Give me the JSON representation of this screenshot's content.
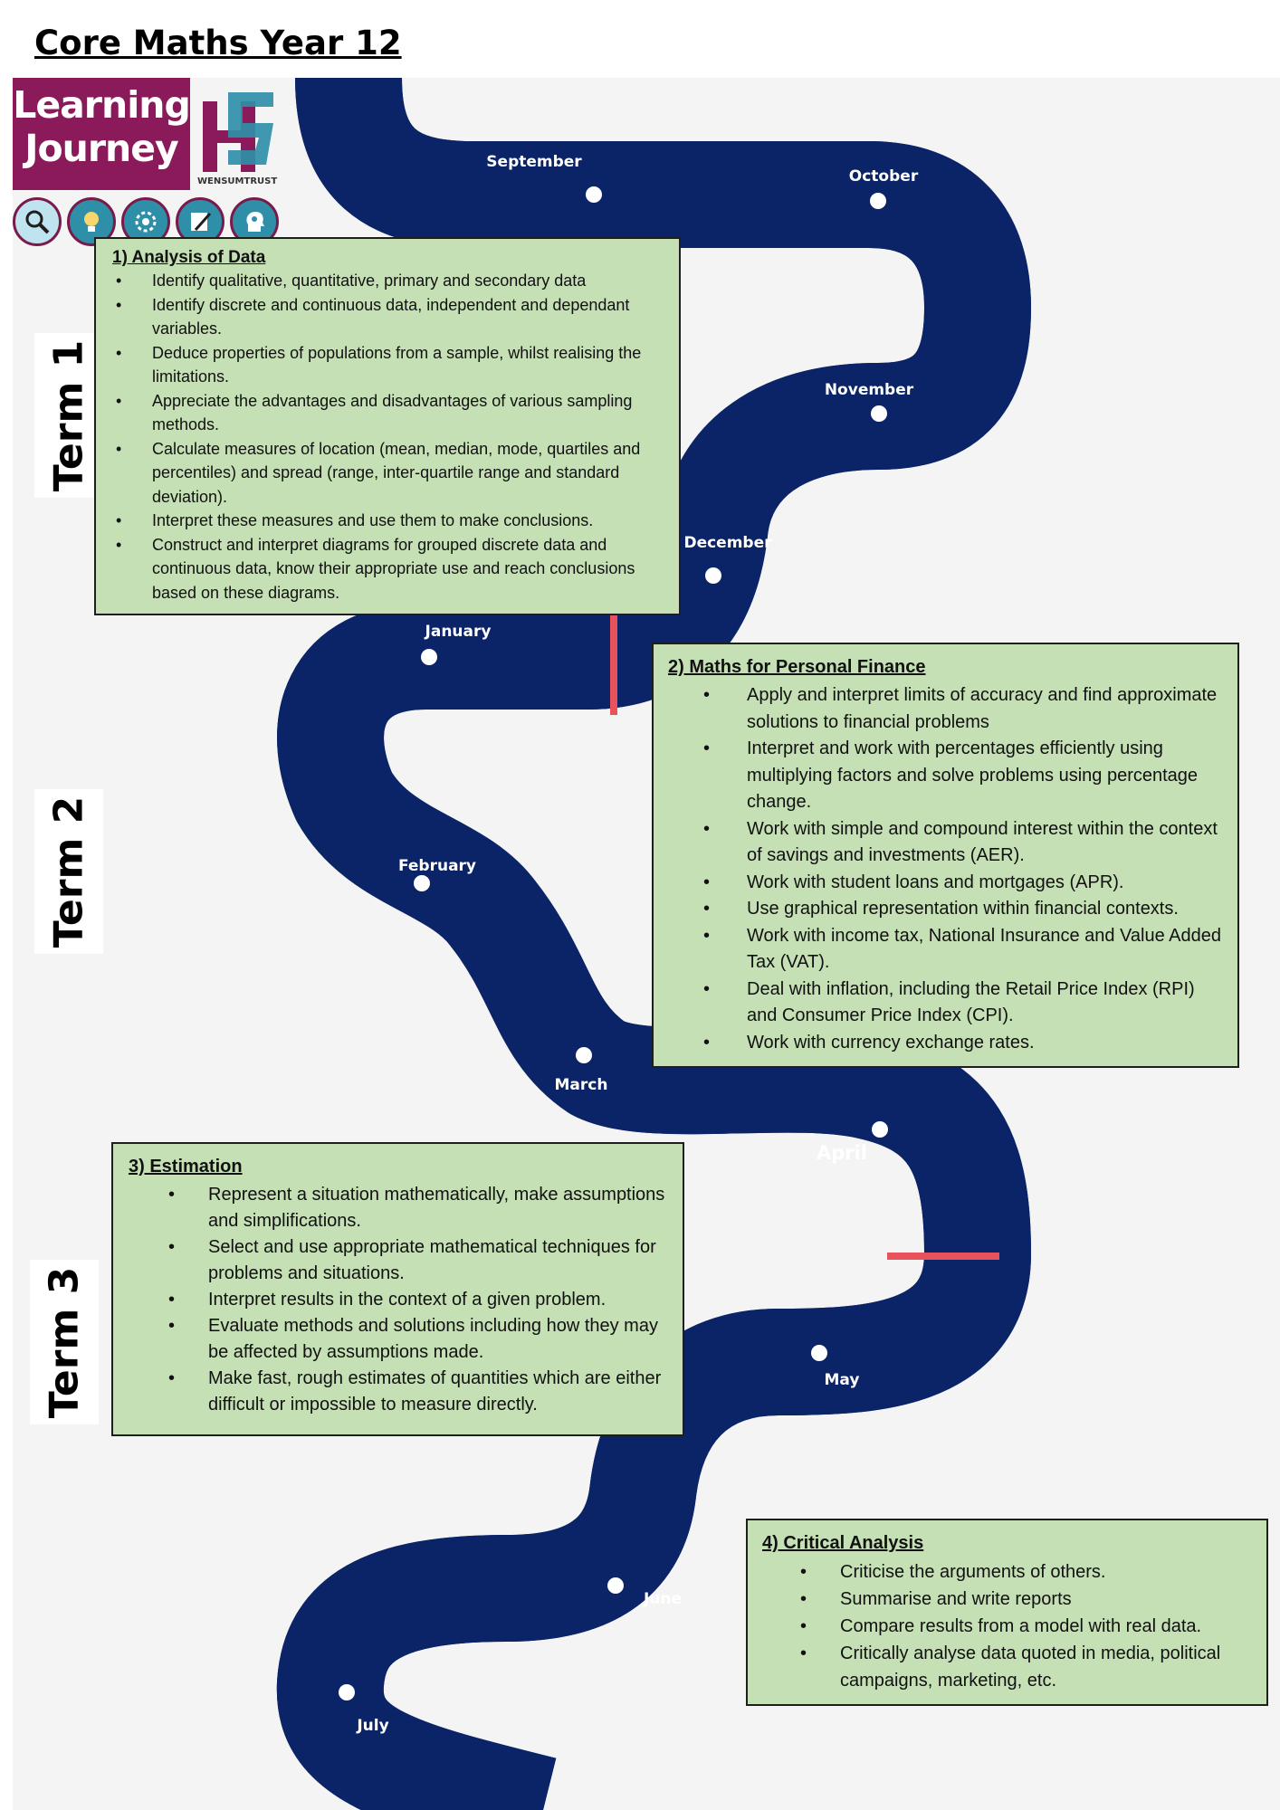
{
  "title": "Core Maths Year 12",
  "logo": {
    "line1": "Learning",
    "line2": "Journey",
    "trust_name": "WENSUMTRUST"
  },
  "terms": [
    "Term 1",
    "Term 2",
    "Term 3"
  ],
  "months": [
    "September",
    "October",
    "November",
    "December",
    "January",
    "February",
    "March",
    "April",
    "May",
    "June",
    "July"
  ],
  "units": [
    {
      "heading": "1) Analysis of Data",
      "points": [
        "Identify qualitative, quantitative, primary and secondary data",
        "Identify discrete and continuous data, independent and dependant variables.",
        "Deduce properties of populations from a sample, whilst realising the limitations.",
        "Appreciate the advantages and disadvantages of various sampling methods.",
        "Calculate measures of location (mean, median, mode, quartiles and percentiles) and spread (range, inter-quartile range and standard deviation).",
        "Interpret these measures and use them to make conclusions.",
        "Construct and interpret diagrams for grouped discrete data and continuous data, know their appropriate use and reach conclusions based on these diagrams."
      ]
    },
    {
      "heading": "2) Maths for Personal Finance",
      "points": [
        "Apply and interpret limits of accuracy and find approximate solutions to financial problems",
        "Interpret and work with percentages efficiently using multiplying factors and solve problems using percentage change.",
        "Work with simple and compound interest within the context of savings and investments (AER).",
        "Work with student loans and mortgages (APR).",
        "Use graphical representation within financial contexts.",
        "Work with income tax, National Insurance and Value Added Tax (VAT).",
        "Deal with inflation, including the Retail Price Index (RPI) and Consumer Price Index (CPI).",
        "Work with currency exchange rates."
      ]
    },
    {
      "heading": "3) Estimation",
      "points": [
        "Represent a situation mathematically, make assumptions and simplifications.",
        "Select and use appropriate mathematical techniques for problems and situations.",
        "Interpret results in the context of a given problem.",
        "Evaluate methods and solutions including how they may be affected by assumptions made.",
        "Make fast, rough estimates of quantities which are either difficult or impossible to measure directly."
      ]
    },
    {
      "heading": "4) Critical Analysis",
      "points": [
        "Criticise the arguments of others.",
        "Summarise and write reports",
        "Compare results from a model with real data.",
        "Critically analyse data quoted in media, political campaigns, marketing, etc."
      ]
    }
  ],
  "colors": {
    "road": "#0b2468",
    "road_line": "#ffffff",
    "term_divider": "#e8525a",
    "box_fill": "#c5e0b4",
    "background": "#f4f4f4",
    "logo": "#8b1a5a"
  }
}
